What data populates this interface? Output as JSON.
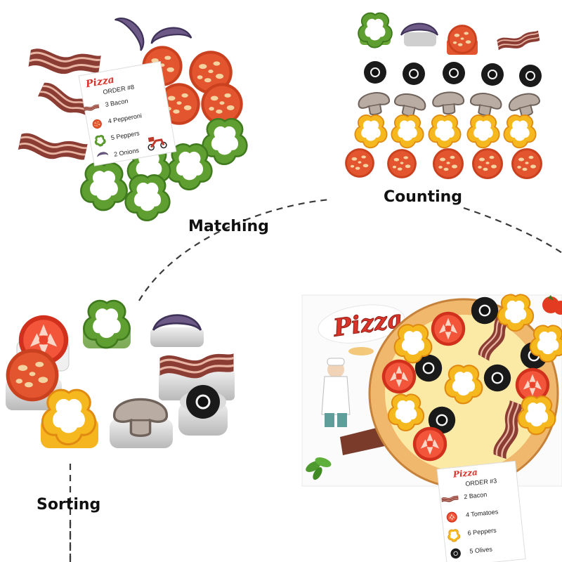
{
  "labels": {
    "matching": "Matching",
    "counting": "Counting",
    "sorting": "Sorting"
  },
  "order_card_8": {
    "logo": "Pizza",
    "title": "ORDER #8",
    "items": [
      "3 Bacon",
      "4 Pepperoni",
      "5 Peppers",
      "2 Onions"
    ]
  },
  "order_card_3": {
    "logo": "Pizza",
    "title": "ORDER #3",
    "items": [
      "2 Bacon",
      "4 Tomatoes",
      "6 Peppers",
      "5 Olives"
    ]
  },
  "board": {
    "logo": "Pizza"
  },
  "colors": {
    "pepperoni": "#d84a24",
    "tomato": "#e23b22",
    "bacon": "#9b4a3e",
    "green_pepper": "#6aa637",
    "yellow_pepper": "#f2b51c",
    "olive": "#1d1d1d",
    "mushroom": "#8c7f76",
    "onion": "#6b5a84",
    "crust": "#f3c87a",
    "cheese": "#fbe9a6"
  }
}
